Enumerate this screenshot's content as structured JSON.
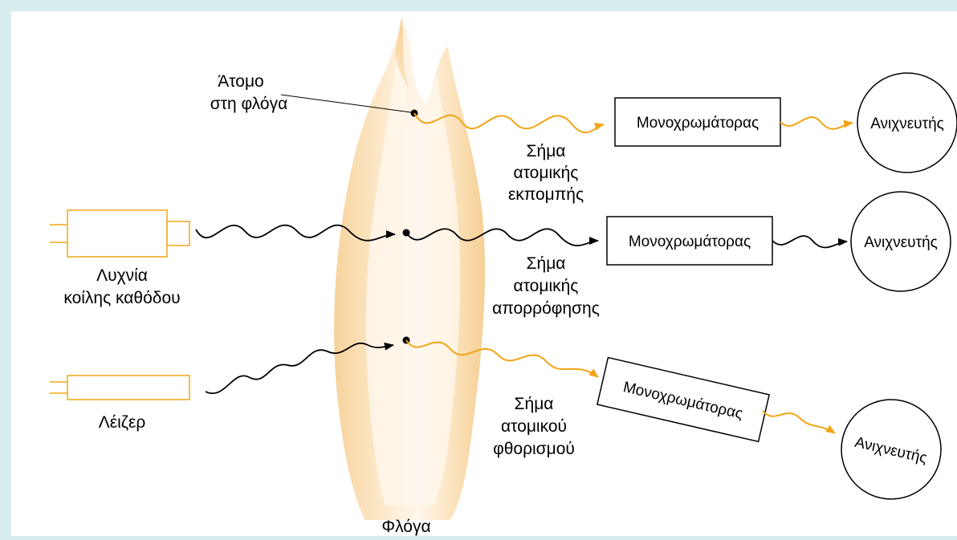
{
  "colors": {
    "border_band": "#d7edf0",
    "panel": "#ffffff",
    "signal_orange": "#f2a516",
    "signal_black": "#000000",
    "source_outline": "#f2a516",
    "flame_light": "#fdeed6",
    "flame_mid": "#f8d9a8"
  },
  "labels": {
    "atom_line1": "Άτομο",
    "atom_line2": "στη φλόγα",
    "flame": "Φλόγα",
    "hcl_line1": "Λυχνία",
    "hcl_line2": "κοίλης καθόδου",
    "laser": "Λέιζερ",
    "emission_line1": "Σήμα",
    "emission_line2": "ατομικής",
    "emission_line3": "εκπομπής",
    "absorption_line1": "Σήμα",
    "absorption_line2": "ατομικής",
    "absorption_line3": "απορρόφησης",
    "fluorescence_line1": "Σήμα",
    "fluorescence_line2": "ατομικού",
    "fluorescence_line3": "φθορισμού"
  },
  "rows": [
    {
      "monochromator": "Μονοχρωμάτορας",
      "detector": "Ανιχνευτής"
    },
    {
      "monochromator": "Μονοχρωμάτορας",
      "detector": "Ανιχνευτής"
    },
    {
      "monochromator": "Μονοχρωμάτορας",
      "detector": "Ανιχνευτής"
    }
  ]
}
